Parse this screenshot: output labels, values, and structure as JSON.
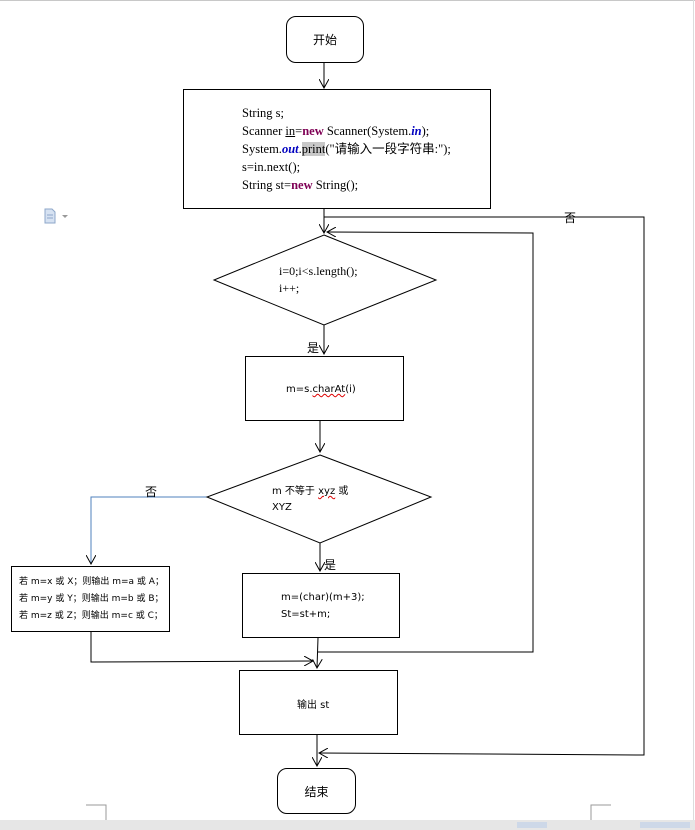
{
  "start": {
    "label": "开始"
  },
  "init_block": {
    "line1": {
      "a": "String s;"
    },
    "line2": {
      "a": "Scanner ",
      "b": "in",
      "c": "=",
      "d": "new",
      "e": " Scanner(System.",
      "f": "in",
      "g": ");"
    },
    "line3": {
      "a": "System.",
      "b": "out",
      "c": ".",
      "d": "print",
      "e": "(\"请输入一段字符串:\");"
    },
    "line4": {
      "a": "s=in.next();"
    },
    "line5": {
      "a": "String st=",
      "b": "new",
      "c": " String();"
    }
  },
  "loop_decision": {
    "line1": "i=0;i<s.length();",
    "line2": "i++;"
  },
  "assign_char": {
    "prefix": "m=s.",
    "method": "charAt",
    "suffix": "(i)"
  },
  "check_decision": {
    "line1a": "m 不等于 ",
    "line1b": "xyz",
    "line1c": " 或",
    "line2": "XYZ"
  },
  "shift_block": {
    "line1": "m=(char)(m+3);",
    "line2": "St=st+m;"
  },
  "special_block": {
    "line1": "若 m=x 或 X；则输出 m=a 或 A；",
    "line2": "若 m=y 或 Y；则输出 m=b 或 B；",
    "line3": "若 m=z 或 Z；则输出 m=c 或 C；"
  },
  "output_block": {
    "label": "输出 st"
  },
  "end": {
    "label": "结束"
  },
  "labels": {
    "loop_no": "否",
    "loop_yes": "是",
    "check_no": "否",
    "check_yes": "是"
  }
}
